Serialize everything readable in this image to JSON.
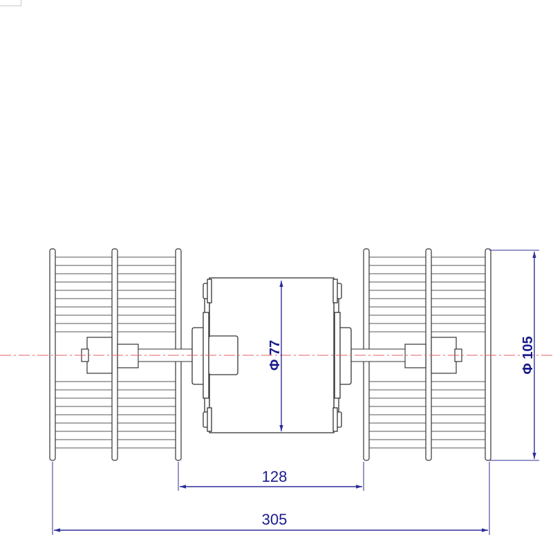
{
  "colors": {
    "outline": "#333333",
    "dimension_line": "#2d2d9a",
    "dimension_text": "#1a1a8c",
    "axis_line": "#e06060",
    "fill": "#ffffff"
  },
  "dimensions": {
    "motor_diameter": "Φ 77",
    "wheel_diameter": "Φ 105",
    "inner_span": "128",
    "overall_length": "305"
  }
}
